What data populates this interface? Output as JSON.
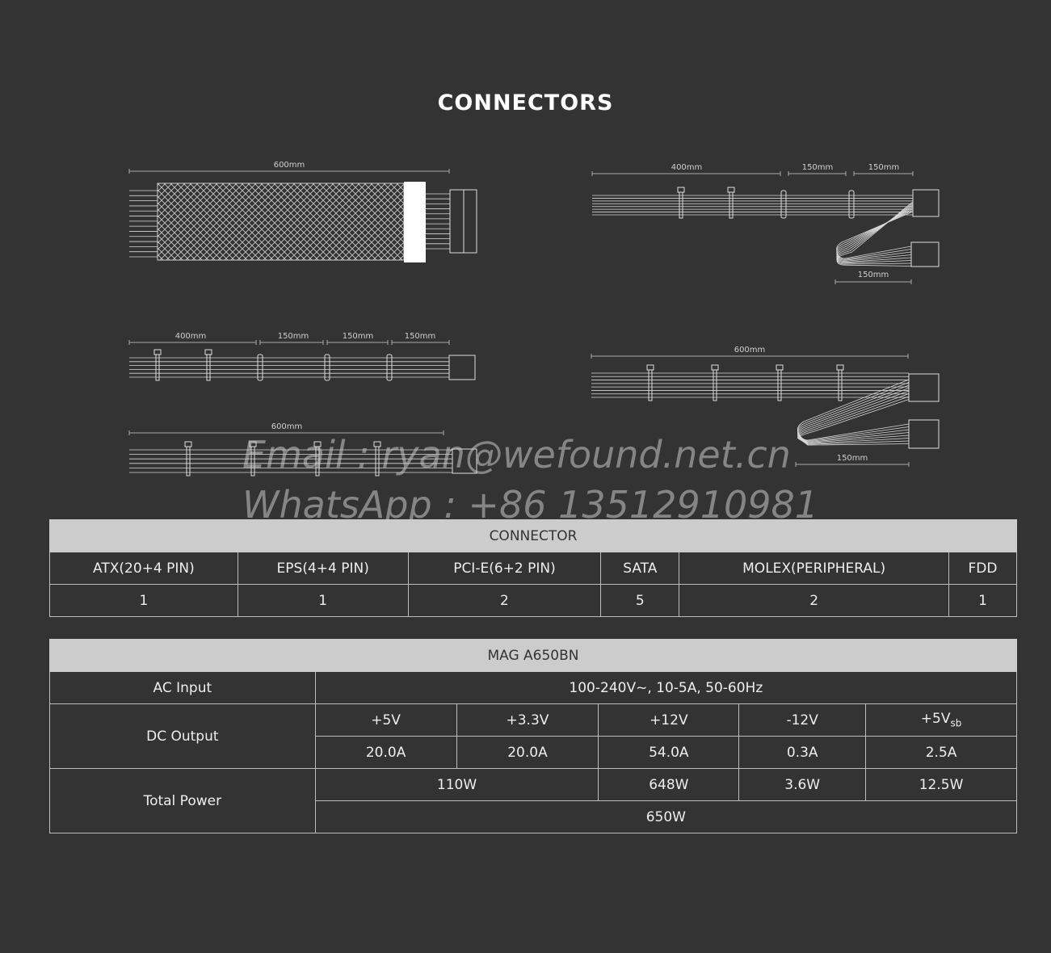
{
  "title": "CONNECTORS",
  "diagrams": {
    "atx": {
      "length": "600mm"
    },
    "eps": {
      "segments": [
        "400mm",
        "150mm",
        "150mm"
      ],
      "branch": "150mm"
    },
    "sata": {
      "segments": [
        "400mm",
        "150mm",
        "150mm",
        "150mm"
      ]
    },
    "molex": {
      "length": "600mm"
    },
    "pcie": {
      "length": "600mm",
      "branch": "150mm"
    }
  },
  "watermark": {
    "email": "Email : ryan@wefound.net.cn",
    "whatsapp": "WhatsApp : +86 13512910981"
  },
  "connector_table": {
    "title": "CONNECTOR",
    "headers": [
      "ATX(20+4 PIN)",
      "EPS(4+4 PIN)",
      "PCI-E(6+2 PIN)",
      "SATA",
      "MOLEX(PERIPHERAL)",
      "FDD"
    ],
    "values": [
      "1",
      "1",
      "2",
      "5",
      "2",
      "1"
    ]
  },
  "spec_table": {
    "title": "MAG A650BN",
    "ac_input_label": "AC Input",
    "ac_input_value": "100-240V~, 10-5A, 50-60Hz",
    "dc_output_label": "DC Output",
    "rails": [
      "+5V",
      "+3.3V",
      "+12V",
      "-12V",
      "+5V"
    ],
    "rail_last_sub": "sb",
    "currents": [
      "20.0A",
      "20.0A",
      "54.0A",
      "0.3A",
      "2.5A"
    ],
    "total_power_label": "Total Power",
    "powers": [
      "110W",
      "648W",
      "3.6W",
      "12.5W"
    ],
    "total": "650W"
  }
}
